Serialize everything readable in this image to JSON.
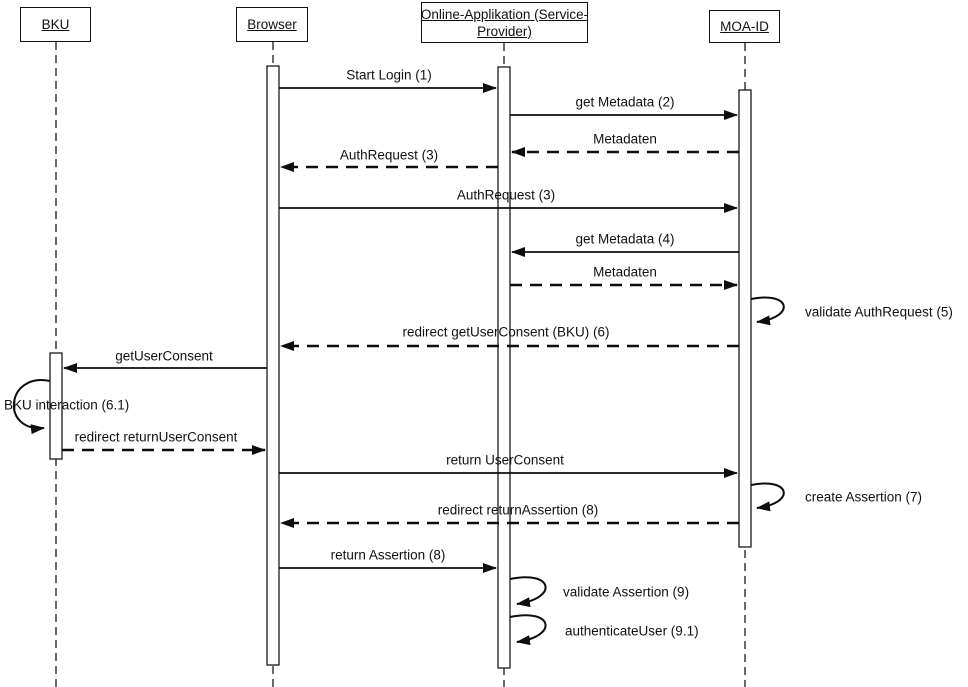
{
  "diagram": {
    "type": "uml-sequence-diagram",
    "colors": {
      "background": "#ffffff",
      "line": "#0d0d0d",
      "text": "#111111"
    },
    "actors": [
      {
        "id": "bku",
        "label": "BKU",
        "display_lines": [
          "BKU"
        ]
      },
      {
        "id": "browser",
        "label": "Browser",
        "display_lines": [
          "Browser"
        ]
      },
      {
        "id": "online-applikation",
        "label": "Online-Applikation (Service-Provider)",
        "display_lines": [
          "Online-Applikation (Service-",
          "Provider)"
        ]
      },
      {
        "id": "moa-id",
        "label": "MOA-ID",
        "display_lines": [
          "MOA-ID"
        ]
      }
    ],
    "messages": [
      {
        "label": "Start Login (1)",
        "from": "Browser",
        "to": "Online-Applikation (Service-Provider)",
        "line": "solid"
      },
      {
        "label": "get Metadata (2)",
        "from": "Online-Applikation (Service-Provider)",
        "to": "MOA-ID",
        "line": "solid"
      },
      {
        "label": "Metadaten",
        "from": "MOA-ID",
        "to": "Online-Applikation (Service-Provider)",
        "line": "dashed"
      },
      {
        "label": "AuthRequest (3)",
        "from": "Online-Applikation (Service-Provider)",
        "to": "Browser",
        "line": "dashed"
      },
      {
        "label": "AuthRequest (3)",
        "from": "Browser",
        "to": "MOA-ID",
        "line": "solid"
      },
      {
        "label": "get Metadata (4)",
        "from": "MOA-ID",
        "to": "Online-Applikation (Service-Provider)",
        "line": "solid"
      },
      {
        "label": "Metadaten",
        "from": "Online-Applikation (Service-Provider)",
        "to": "MOA-ID",
        "line": "dashed"
      },
      {
        "label": "validate AuthRequest (5)",
        "from": "MOA-ID",
        "to": "MOA-ID",
        "line": "self"
      },
      {
        "label": "redirect getUserConsent (BKU) (6)",
        "from": "MOA-ID",
        "to": "Browser",
        "line": "dashed"
      },
      {
        "label": "getUserConsent",
        "from": "Browser",
        "to": "BKU",
        "line": "solid"
      },
      {
        "label": "BKU interaction (6.1)",
        "from": "BKU",
        "to": "BKU",
        "line": "self"
      },
      {
        "label": "redirect returnUserConsent",
        "from": "BKU",
        "to": "Browser",
        "line": "dashed"
      },
      {
        "label": "return UserConsent",
        "from": "Browser",
        "to": "MOA-ID",
        "line": "solid"
      },
      {
        "label": "create Assertion (7)",
        "from": "MOA-ID",
        "to": "MOA-ID",
        "line": "self"
      },
      {
        "label": "redirect returnAssertion (8)",
        "from": "MOA-ID",
        "to": "Browser",
        "line": "dashed"
      },
      {
        "label": "return Assertion (8)",
        "from": "Browser",
        "to": "Online-Applikation (Service-Provider)",
        "line": "solid"
      },
      {
        "label": "validate Assertion (9)",
        "from": "Online-Applikation (Service-Provider)",
        "to": "Online-Applikation (Service-Provider)",
        "line": "self"
      },
      {
        "label": "authenticateUser (9.1)",
        "from": "Online-Applikation (Service-Provider)",
        "to": "Online-Applikation (Service-Provider)",
        "line": "self"
      }
    ]
  }
}
